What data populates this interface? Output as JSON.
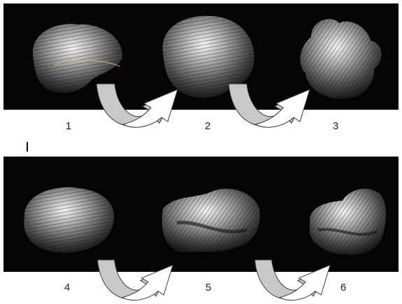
{
  "panels": [
    {
      "shapes": [
        "blob-shape-1",
        "blob-shape-2",
        "blob-shape-3"
      ]
    },
    {
      "shapes": [
        "blob-shape-4",
        "blob-shape-5",
        "blob-shape-6"
      ]
    }
  ],
  "labels": [
    "1",
    "2",
    "3",
    "4",
    "5",
    "6"
  ],
  "colors": {
    "panel": "#050505",
    "shape_light": "#e8e8e8",
    "shape_dark": "#2a2a2a",
    "arrow_fill": "#c8c8c8"
  }
}
